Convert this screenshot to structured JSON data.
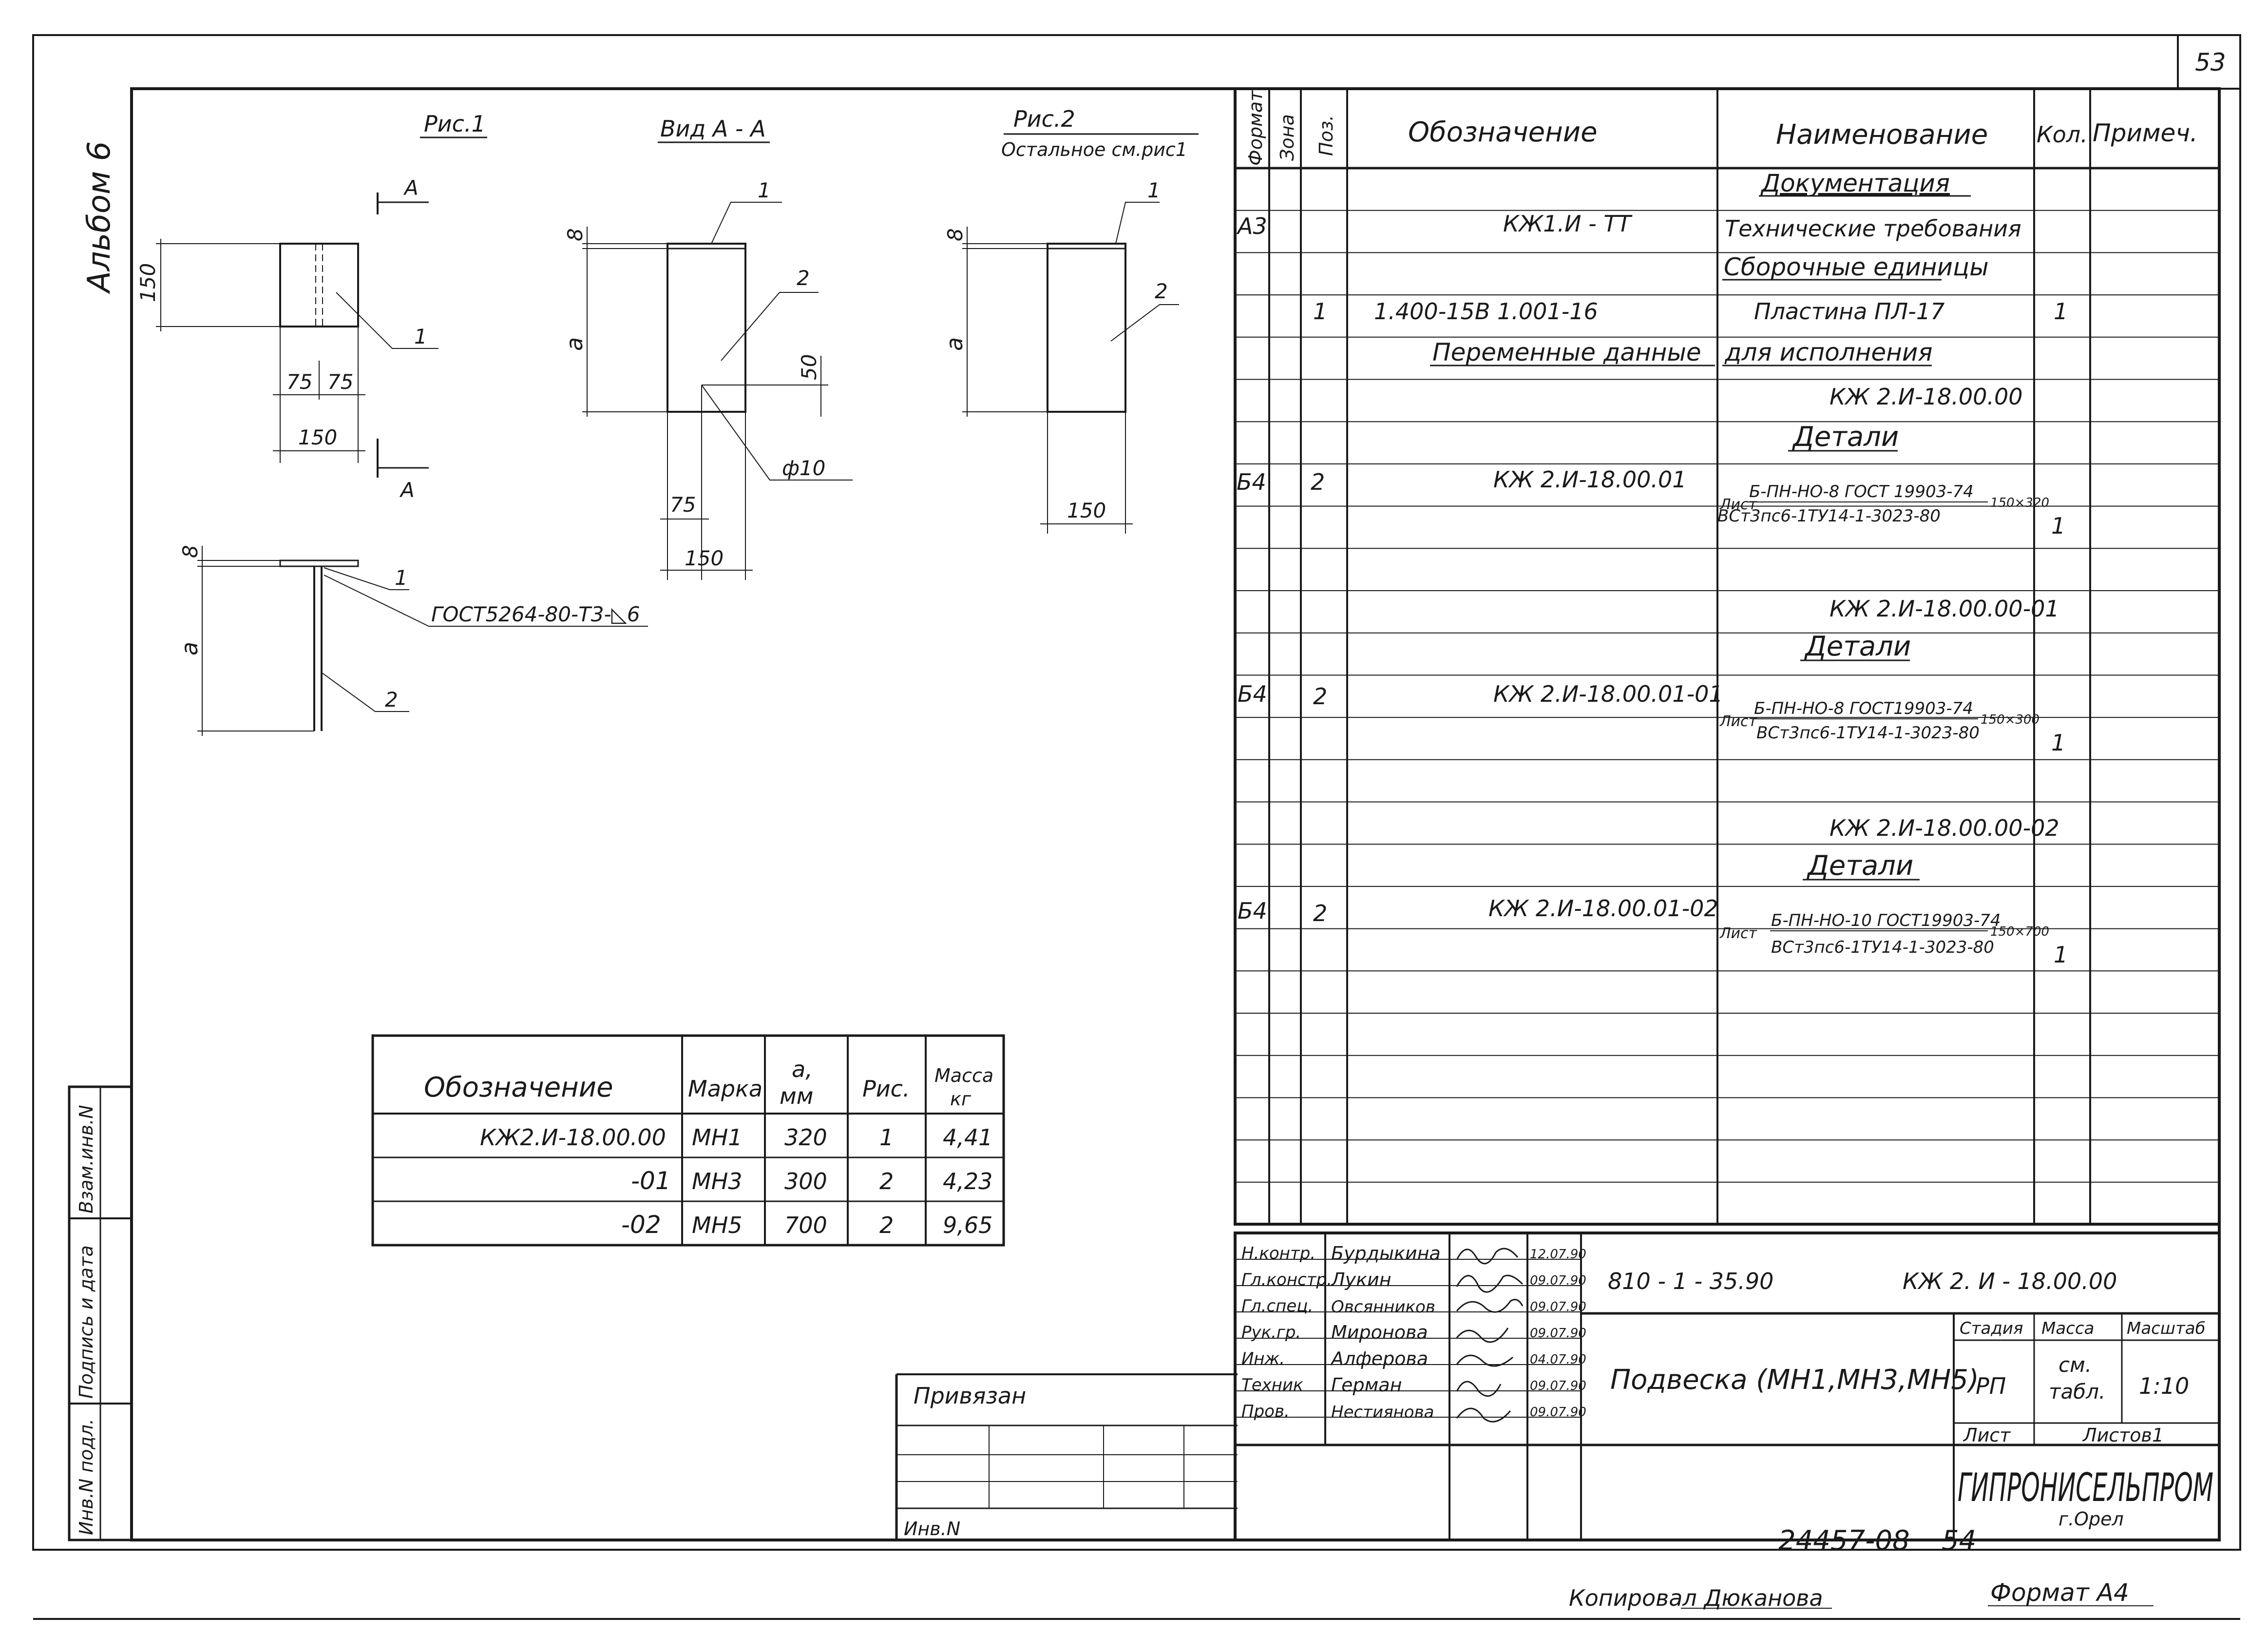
{
  "page_number": "53",
  "album": "Альбом 6",
  "figures": {
    "fig1_title": "Рис.1",
    "section_title": "Вид А - А",
    "fig2_title": "Рис.2",
    "fig2_note": "Остальное см.рис1",
    "section_mark": "А",
    "dim_150": "150",
    "dim_75": "75",
    "dim_8": "8",
    "dim_a": "a",
    "dim_50": "50",
    "dia": "ф10",
    "pos1": "1",
    "pos2": "2",
    "weld": "ГОСТ5264-80-Т3-◺6"
  },
  "variants_table": {
    "headers": {
      "designation": "Обозначение",
      "mark": "Марка",
      "a": "a,",
      "a_unit": "мм",
      "fig": "Рис.",
      "mass": "Масса",
      "mass_unit": "кг"
    },
    "rows": [
      {
        "designation": "КЖ2.И-18.00.00",
        "mark": "МН1",
        "a": "320",
        "fig": "1",
        "mass": "4,41"
      },
      {
        "designation": "-01",
        "mark": "МН3",
        "a": "300",
        "fig": "2",
        "mass": "4,23"
      },
      {
        "designation": "-02",
        "mark": "МН5",
        "a": "700",
        "fig": "2",
        "mass": "9,65"
      }
    ]
  },
  "spec": {
    "headers": {
      "format": "Формат",
      "zone": "Зона",
      "pos": "Поз.",
      "designation": "Обозначение",
      "name": "Наименование",
      "qty": "Кол.",
      "note": "Примеч."
    },
    "section_docs": "Документация",
    "row_docs": {
      "format": "А3",
      "designation": "КЖ1.И - ТТ",
      "name": "Технические требования"
    },
    "section_assemblies": "Сборочные единицы",
    "row_assembly": {
      "pos": "1",
      "designation": "1.400-15В 1.001-16",
      "name": "Пластина ПЛ-17",
      "qty": "1"
    },
    "variable_left": "Переменные данные",
    "variable_right": "для исполнения",
    "variants": [
      {
        "code": "КЖ 2.И-18.00.00",
        "details": "Детали",
        "format": "Б4",
        "pos": "2",
        "designation": "КЖ 2.И-18.00.01",
        "name_prefix": "Лист",
        "name_top": "Б-ПН-НО-8 ГОСТ 19903-74",
        "name_bottom": "ВСт3пс6-1ТУ14-1-3023-80",
        "size": "150×320",
        "qty": "1"
      },
      {
        "code": "КЖ 2.И-18.00.00-01",
        "details": "Детали",
        "format": "Б4",
        "pos": "2",
        "designation": "КЖ 2.И-18.00.01-01",
        "name_prefix": "Лист",
        "name_top": "Б-ПН-НО-8 ГОСТ19903-74",
        "name_bottom": "ВСт3пс6-1ТУ14-1-3023-80",
        "size": "150×300",
        "qty": "1"
      },
      {
        "code": "КЖ 2.И-18.00.00-02",
        "details": "Детали",
        "format": "Б4",
        "pos": "2",
        "designation": "КЖ 2.И-18.00.01-02",
        "name_prefix": "Лист",
        "name_top": "Б-ПН-НО-10 ГОСТ19903-74",
        "name_bottom": "ВСт3пс6-1ТУ14-1-3023-80",
        "size": "150×700",
        "qty": "1"
      }
    ]
  },
  "side_stamp": {
    "col1": "Инв.N подл.",
    "col2": "Подпись и дата",
    "col3": "Взам.инв.N"
  },
  "binding": {
    "label": "Привязан",
    "inv": "Инв.N"
  },
  "title_block": {
    "roles": [
      "Н.контр.",
      "Гл.констр.",
      "Гл.спец.",
      "Рук.гр.",
      "Инж.",
      "Техник",
      "Пров."
    ],
    "names": [
      "Бурдыкина",
      "Лукин",
      "Овсянников",
      "Миронова",
      "Алферова",
      "Герман",
      "Нестиянова"
    ],
    "dates": [
      "12.07.90",
      "09.07.90",
      "09.07.90",
      "09.07.90",
      "04.07.90",
      "09.07.90",
      "09.07.90"
    ],
    "doc_number": "810 - 1 - 35.90",
    "doc_code": "КЖ 2. И - 18.00.00",
    "title": "Подвеска (МН1,МН3,МН5)",
    "stage_label": "Стадия",
    "mass_label": "Масса",
    "scale_label": "Масштаб",
    "stage": "РП",
    "mass_top": "см.",
    "mass_bottom": "табл.",
    "scale": "1:10",
    "sheet_label": "Лист",
    "sheets_label": "Листов1",
    "org": "ГИПРОНИСЕЛЬПРОМ",
    "city": "г.Орел"
  },
  "archive_number": "24457-08",
  "archive_sheet": "54",
  "copied_by": "Копировал Дюканова",
  "format": "Формат А4"
}
